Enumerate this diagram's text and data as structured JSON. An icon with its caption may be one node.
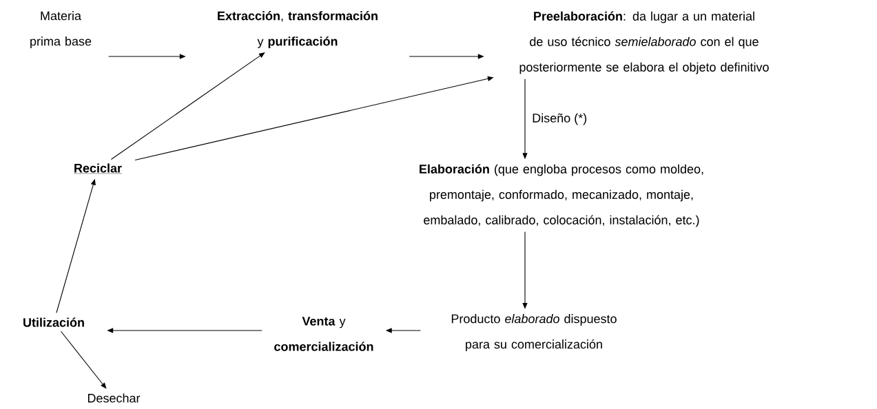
{
  "diagram": {
    "nodes": [
      {
        "text": [
          "Materia prima base"
        ]
      },
      {
        "text": [
          "**Extracción**, **transformación** y **purificación**"
        ]
      },
      {
        "text": [
          "**Preelaboración**: da lugar a un material de uso técnico *semielaborado* con el que posteriormente se elabora el objeto definitivo"
        ]
      },
      {
        "text": [
          "**Elaboración** (que engloba procesos como moldeo, premontaje, conformado, mecanizado, montaje, embalado, calibrado, colocación, instalación, etc.)"
        ]
      },
      {
        "text": [
          "Producto *elaborado* dispuesto para su comercialización"
        ]
      },
      {
        "text": [
          "**Venta** y **comercialización**"
        ]
      },
      {
        "text": [
          "Utilización"
        ]
      },
      {
        "text": [
          "Desechar"
        ]
      },
      {
        "text": [
          "Reciclar"
        ]
      }
    ],
    "edges": [
      {
        "from": 0,
        "to": 1,
        "arrow": "to"
      },
      {
        "from": 1,
        "to": 2,
        "arrow": "to"
      },
      {
        "from": 2,
        "to": 3,
        "arrow": "to",
        "label": "Diseño (*)"
      },
      {
        "from": 3,
        "to": 4,
        "arrow": "to"
      },
      {
        "from": 4,
        "to": 5,
        "arrow": "to"
      },
      {
        "from": 5,
        "to": 6,
        "arrow": "to"
      },
      {
        "from": 6,
        "to": 7,
        "arrow": "to"
      },
      {
        "from": 6,
        "to": 8,
        "arrow": "to"
      },
      {
        "from": 8,
        "to": 1,
        "arrow": "to"
      },
      {
        "from": 8,
        "to": 2,
        "arrow": "to"
      }
    ]
  }
}
